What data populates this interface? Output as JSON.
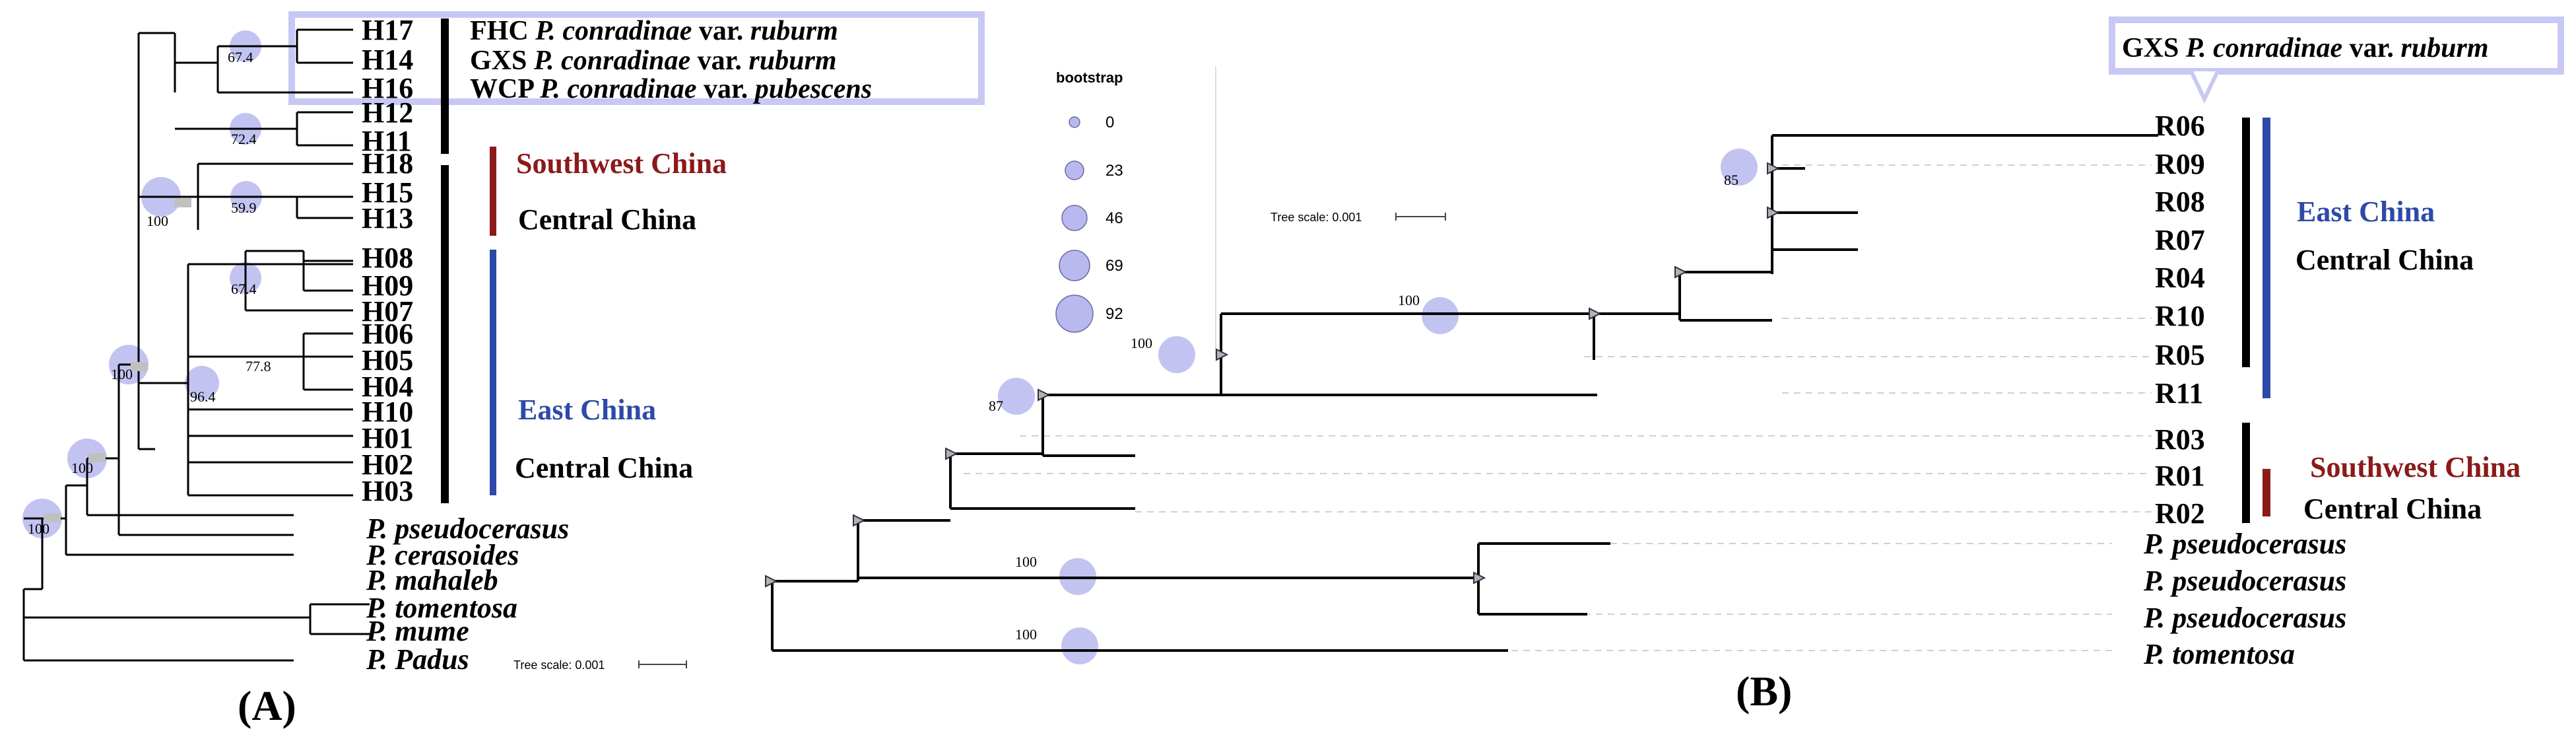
{
  "panel_a": {
    "label": "(A)",
    "tips": [
      "H17",
      "H14",
      "H16",
      "H12",
      "H11",
      "H18",
      "H15",
      "H13",
      "H08",
      "H09",
      "H07",
      "H06",
      "H05",
      "H04",
      "H10",
      "H01",
      "H02",
      "H03"
    ],
    "outgroups": [
      "P. pseudocerasus",
      "P. cerasoides",
      "P. mahaleb",
      "P. tomentosa",
      "P. mume",
      "P. Padus"
    ],
    "highlight": [
      {
        "site": "FHC",
        "species": "P. conradinae",
        "var": "var.",
        "name": "ruburm"
      },
      {
        "site": "GXS",
        "species": "P. conradinae",
        "var": "var.",
        "name": "ruburm"
      },
      {
        "site": "WCP",
        "species": "P. conradinae",
        "var": "var.",
        "name": "pubescens"
      }
    ],
    "bootstrap": [
      "67.4",
      "72.4",
      "59.9",
      "100",
      "67.4",
      "77.8",
      "96.4",
      "100",
      "100",
      "100"
    ],
    "regions": {
      "southwest": "Southwest China",
      "central_top": "Central China",
      "east": "East China",
      "central_bottom": "Central China"
    },
    "tree_scale": "Tree scale: 0.001"
  },
  "panel_b": {
    "label": "(B)",
    "tips": [
      "R06",
      "R09",
      "R08",
      "R07",
      "R04",
      "R10",
      "R05",
      "R11",
      "R03",
      "R01",
      "R02"
    ],
    "outgroups": [
      "P. pseudocerasus",
      "P. pseudocerasus",
      "P. pseudocerasus",
      "P. tomentosa"
    ],
    "callout": {
      "site": "GXS",
      "species": "P. conradinae",
      "var": "var.",
      "name": "ruburm"
    },
    "bootstrap": [
      "100",
      "100",
      "100",
      "100",
      "85",
      "87"
    ],
    "regions": {
      "east": "East China",
      "central_top": "Central China",
      "southwest": "Southwest China",
      "central_bottom": "Central China"
    },
    "tree_scale": "Tree scale: 0.001",
    "legend": {
      "title": "bootstrap",
      "values": [
        "0",
        "23",
        "46",
        "69",
        "92"
      ]
    }
  },
  "colors": {
    "red": "#8b1a1a",
    "blue": "#2d4aa8",
    "bubble": "#b9b9f0",
    "callout": "#c8c8f4",
    "black": "#000000"
  }
}
